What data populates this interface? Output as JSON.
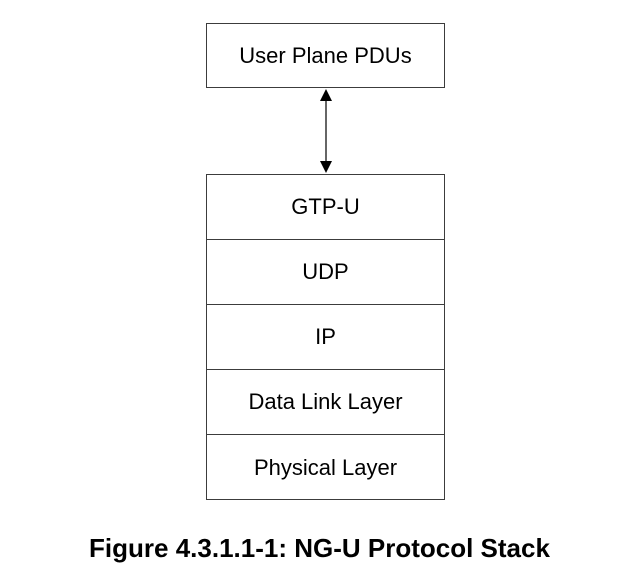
{
  "diagram": {
    "top_box": {
      "label": "User Plane PDUs"
    },
    "stack": {
      "layers": [
        {
          "label": "GTP-U"
        },
        {
          "label": "UDP"
        },
        {
          "label": "IP"
        },
        {
          "label": "Data Link Layer"
        },
        {
          "label": "Physical Layer"
        }
      ]
    },
    "connector": "bidirectional-arrow-icon",
    "caption": "Figure 4.3.1.1-1: NG-U Protocol Stack"
  }
}
